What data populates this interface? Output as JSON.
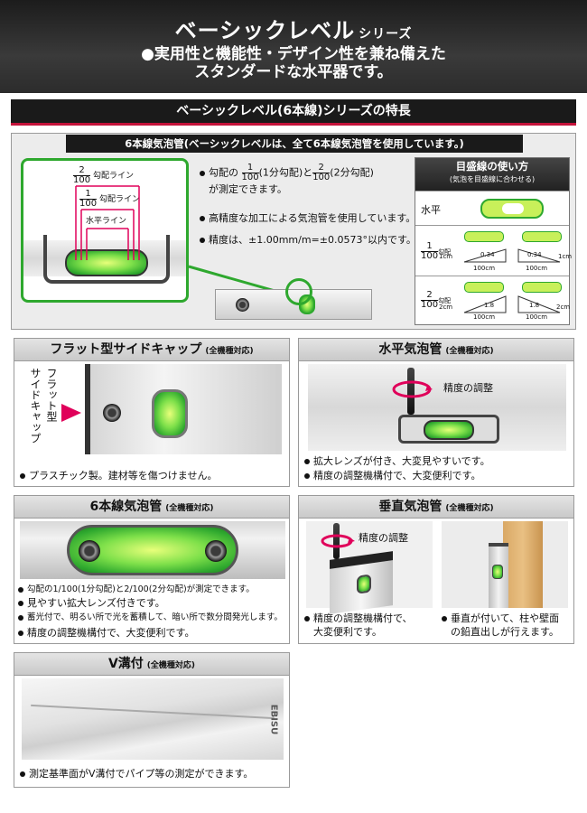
{
  "header": {
    "title": "ベーシックレベル",
    "series": "シリーズ",
    "lead_line1": "●実用性と機能性・デザイン性を兼ね備えた",
    "lead_line2": "スタンダードな水平器です。"
  },
  "section_band": "ベーシックレベル(6本線)シリーズの特長",
  "feature": {
    "title": "6本線気泡管(ベーシックレベルは、全て6本線気泡管を使用しています。)",
    "diagram_labels": {
      "grade2_num": "2",
      "grade2_den": "100",
      "grade2_label": "勾配ライン",
      "grade1_num": "1",
      "grade1_den": "100",
      "grade1_label": "勾配ライン",
      "level_label": "水平ライン"
    },
    "bullet1_a": "勾配の",
    "bullet1_f1_num": "1",
    "bullet1_f1_den": "100",
    "bullet1_b": "(1分勾配)と",
    "bullet1_f2_num": "2",
    "bullet1_f2_den": "100",
    "bullet1_c": "(2分勾配)",
    "bullet1_d": "が測定できます。",
    "bullet2": "高精度な加工による気泡管を使用しています。",
    "bullet3": "精度は、±1.00mm/m=±0.0573°以内です。",
    "table": {
      "title": "目盛線の使い方",
      "subtitle": "(気泡を目盛線に合わせる)",
      "row_level": "水平",
      "row1_num": "1",
      "row1_den": "100",
      "row1_suffix": "勾配",
      "row2_num": "2",
      "row2_den": "100",
      "row2_suffix": "勾配",
      "r1_left_side": "1cm",
      "r1_left_ratio": "0.34",
      "r1_left_base": "100cm",
      "r1_right_side": "1cm",
      "r1_right_ratio": "0.34",
      "r1_right_base": "100cm",
      "r2_left_side": "2cm",
      "r2_left_ratio": "1.8",
      "r2_left_base": "100cm",
      "r2_right_side": "2cm",
      "r2_right_ratio": "1.8",
      "r2_right_base": "100cm"
    }
  },
  "flat_cap": {
    "title": "フラット型サイドキャップ",
    "note": "(全機種対応)",
    "callout_line1": "フラット型",
    "callout_line2": "サイドキャップ",
    "bullet": "プラスチック製。建材等を傷つけません。"
  },
  "horizontal_vial": {
    "title": "水平気泡管",
    "note": "(全機種対応)",
    "adjust_label": "精度の調整",
    "bullet1": "拡大レンズが付き、大変見やすいです。",
    "bullet2": "精度の調整機構付で、大変便利です。"
  },
  "six_line_vial": {
    "title": "6本線気泡管",
    "note": "(全機種対応)",
    "bullet1": "勾配の1/100(1分勾配)と2/100(2分勾配)が測定できます。",
    "bullet2": "見やすい拡大レンズ付きです。",
    "bullet3": "蓄光付で、明るい所で光を蓄積して、暗い所で数分間発光します。",
    "bullet4": "精度の調整機構付で、大変便利です。"
  },
  "vertical_vial": {
    "title": "垂直気泡管",
    "note": "(全機種対応)",
    "adjust_label": "精度の調整",
    "bullet_left_1": "精度の調整機構付で、",
    "bullet_left_2": "大変便利です。",
    "bullet_right_1": "垂直が付いて、柱や壁面",
    "bullet_right_2": "の鉛直出しが行えます。"
  },
  "v_groove": {
    "title": "V溝付",
    "note": "(全機種対応)",
    "bullet": "測定基準面がV溝付でパイプ等の測定ができます。",
    "brand": "EBISU"
  },
  "colors": {
    "accent": "#c4123a",
    "green": "#2ea82e",
    "dark": "#1a1a1a"
  }
}
